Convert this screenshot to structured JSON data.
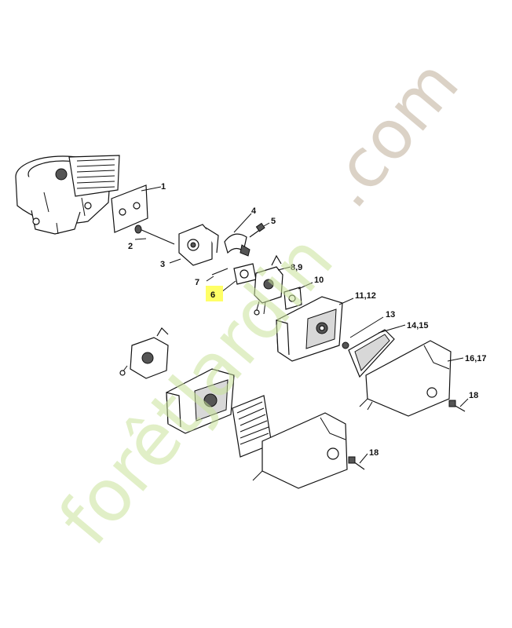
{
  "diagram": {
    "highlight_color": "#ffff66",
    "callouts": [
      {
        "id": "c1",
        "text": "1"
      },
      {
        "id": "c2",
        "text": "2"
      },
      {
        "id": "c3",
        "text": "3"
      },
      {
        "id": "c4",
        "text": "4"
      },
      {
        "id": "c5",
        "text": "5"
      },
      {
        "id": "c6",
        "text": "6",
        "highlighted": true
      },
      {
        "id": "c7",
        "text": "7"
      },
      {
        "id": "c89",
        "text": "8,9"
      },
      {
        "id": "c10",
        "text": "10"
      },
      {
        "id": "c1112",
        "text": "11,12"
      },
      {
        "id": "c13",
        "text": "13"
      },
      {
        "id": "c1415",
        "text": "14,15"
      },
      {
        "id": "c1617",
        "text": "16,17"
      },
      {
        "id": "c18a",
        "text": "18"
      },
      {
        "id": "c18b",
        "text": "18"
      }
    ]
  },
  "watermark": {
    "part_green": "forêtJardin",
    "part_grey": ".com",
    "green_color": "#c9e39a",
    "grey_color": "#cfc3b4"
  }
}
